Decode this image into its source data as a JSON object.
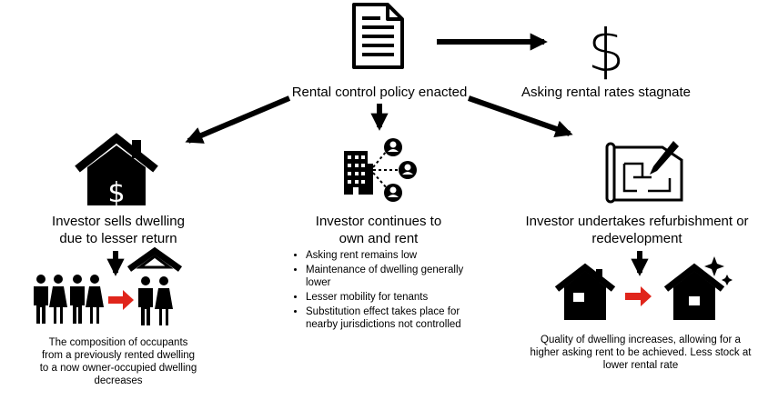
{
  "top": {
    "policy_label": "Rental control policy enacted",
    "rates_label": "Asking rental rates stagnate"
  },
  "left": {
    "title_line1": "Investor sells dwelling",
    "title_line2": "due to lesser return",
    "caption_lines": [
      "The composition of occupants",
      "from a previously rented dwelling",
      "to a now owner-occupied dwelling",
      "decreases"
    ]
  },
  "middle": {
    "title_line1": "Investor continues to",
    "title_line2": "own and rent",
    "bullets": [
      "Asking rent remains low",
      "Maintenance of dwelling generally lower",
      "Lesser mobility for tenants",
      "Substitution effect takes place for nearby jurisdictions not controlled"
    ]
  },
  "right": {
    "title_line1": "Investor undertakes refurbishment or",
    "title_line2": "redevelopment",
    "caption_lines": [
      "Quality of dwelling increases, allowing for a",
      "higher asking rent to be achieved. Less stock at",
      "lower rental rate"
    ]
  },
  "icons": {
    "dollar_glyph": "$"
  },
  "colors": {
    "accent_red": "#e0251b",
    "ink": "#000000"
  }
}
